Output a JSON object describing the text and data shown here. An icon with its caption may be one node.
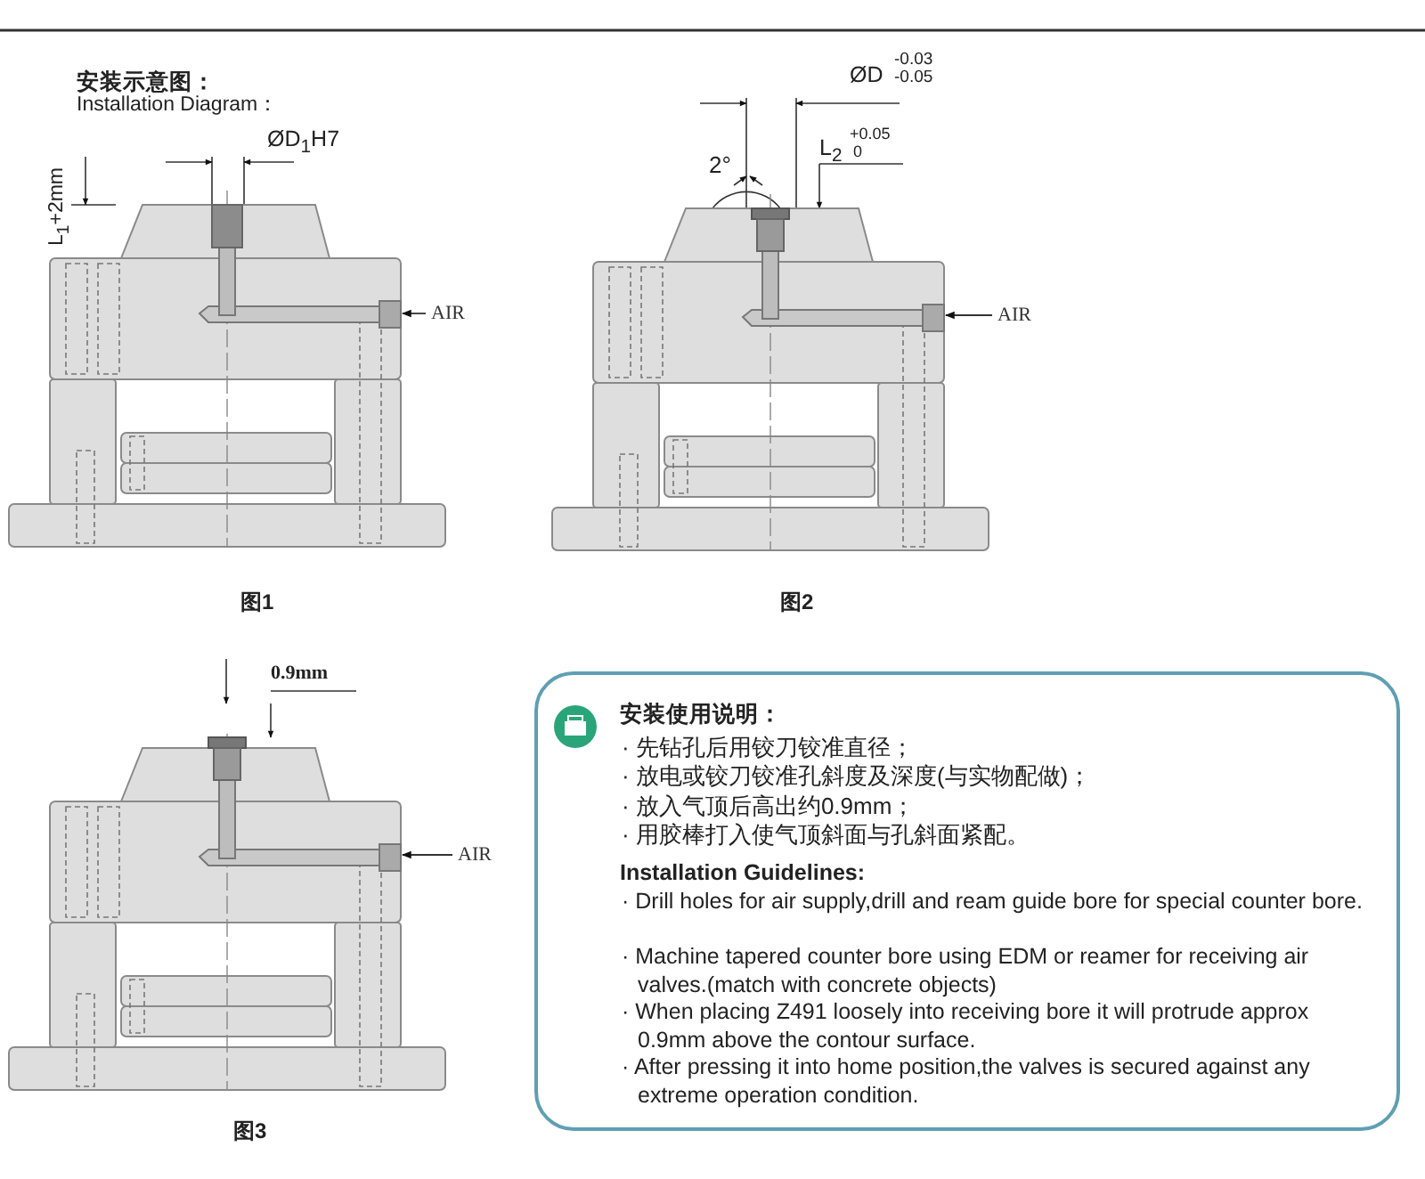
{
  "diagram": {
    "nodes": [
      {
        "text": [],
        "shape": "picture",
        "beside": [
          "图1"
        ]
      },
      {
        "text": [
          "AIR"
        ]
      },
      {
        "text": [],
        "shape": "picture",
        "beside": [
          "图2"
        ]
      },
      {
        "text": [
          "AIR"
        ]
      },
      {
        "text": [],
        "shape": "picture",
        "beside": [
          "图3"
        ]
      },
      {
        "text": [
          "AIR"
        ]
      },
      {
        "text": [
          "安装使用说明：",
          "· 先钻孔后用铰刀铰准直径；",
          "· 放电或铰刀铰准孔斜度及深度(与实物配做)；",
          "· 放入气顶后高出约0.9mm；",
          "· 用胶棒打入使气顶斜面与孔斜面紧配。",
          "Installation Guidelines:",
          "· Drill holes for air supply,drill and ream guide bore for special counter bore.",
          "· Machine tapered counter bore using EDM or reamer for receiving air valves.(match with concrete objects)",
          "· When placing Z491 loosely into receiving bore it will protrude approx 0.9mm above the contour surface.",
          "· After pressing it into home position,the valves is secured against any extreme operation condition."
        ]
      }
    ],
    "edges": [
      {
        "from": 1,
        "to": 0,
        "arrow": "to"
      },
      {
        "from": 3,
        "to": 2,
        "arrow": "to"
      },
      {
        "from": 5,
        "to": 4,
        "arrow": "to"
      }
    ],
    "labels": [
      "安装示意图：",
      "Installation Diagram：",
      "ØD$_{1}$H7",
      "L$_{1}$+2mm",
      "ØD",
      "-0.03",
      "-0.05",
      "2°",
      "L$_{2}$",
      "+0.05",
      "0",
      "0.9mm"
    ]
  }
}
